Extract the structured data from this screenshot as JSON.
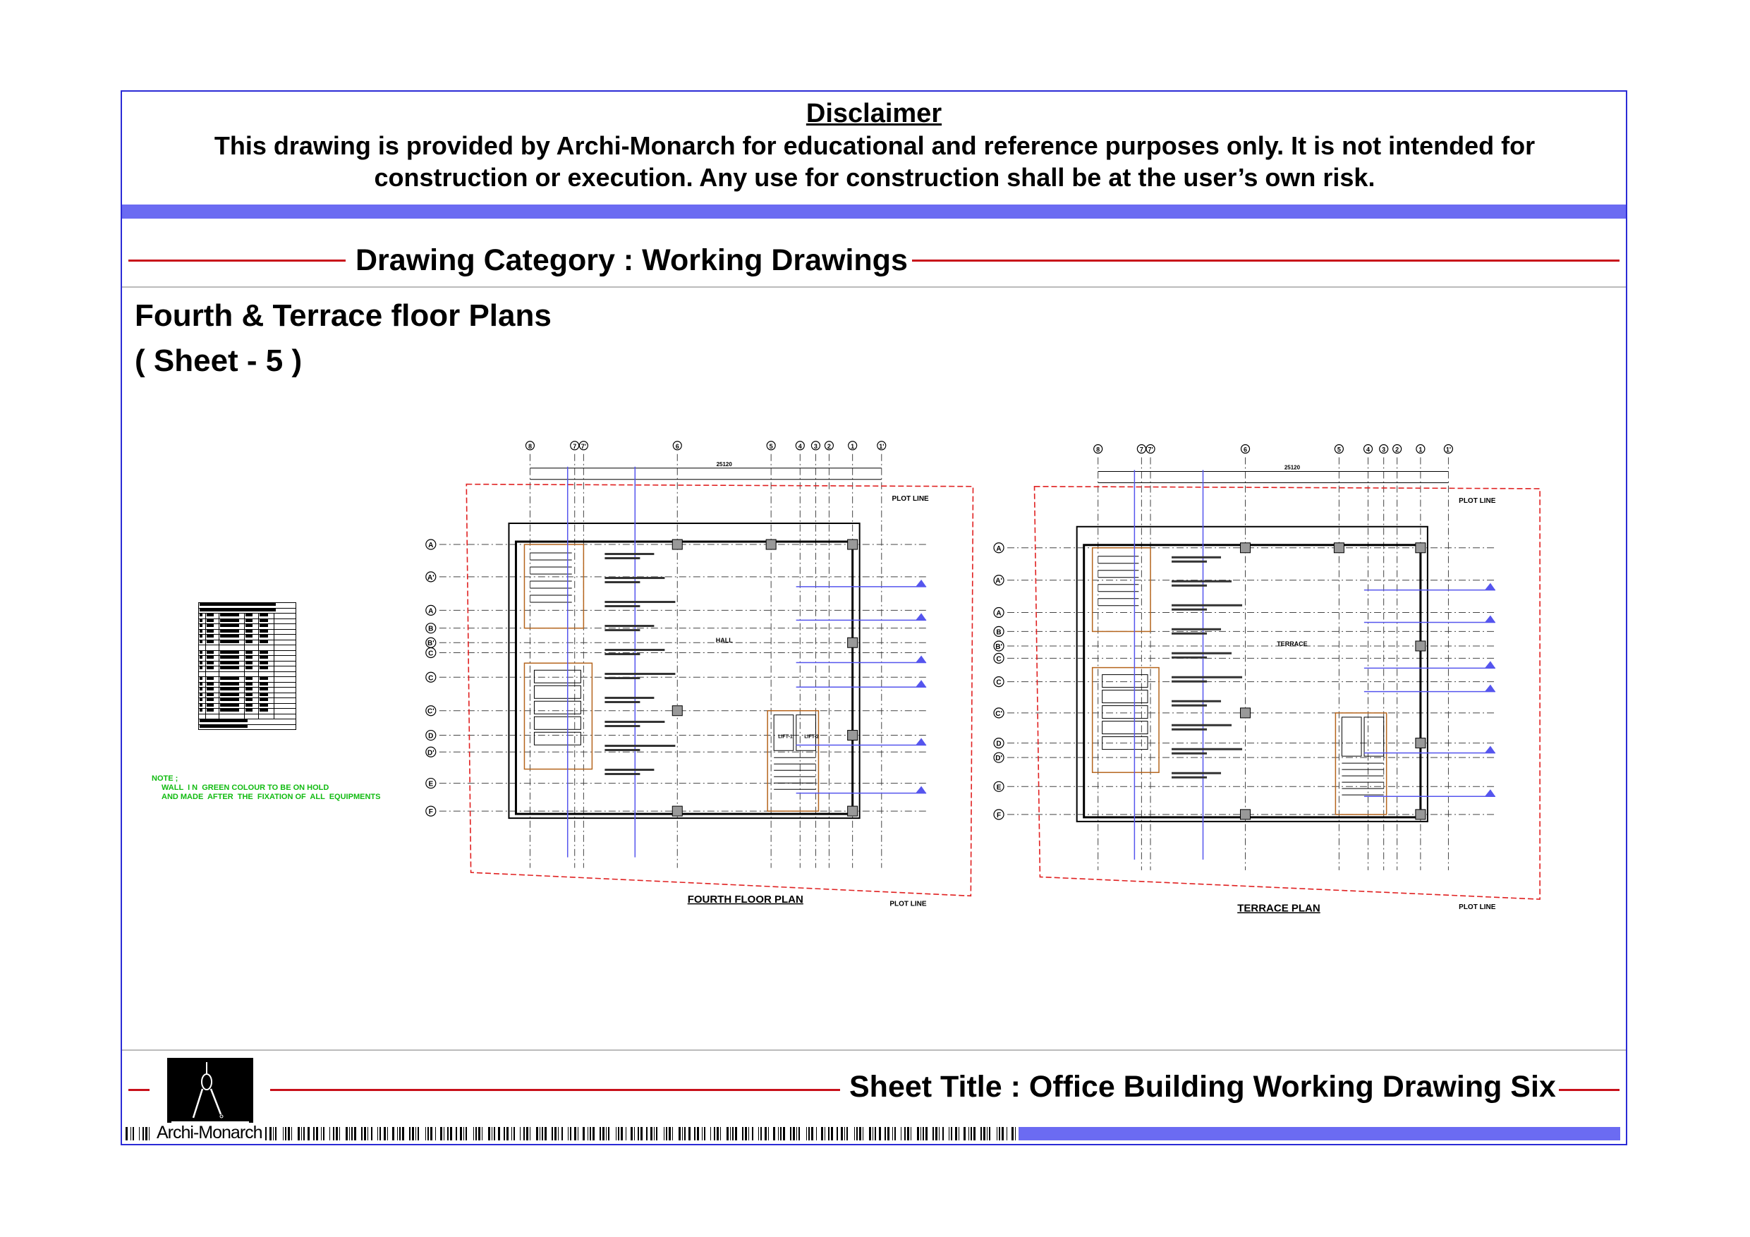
{
  "disclaimer": {
    "title": "Disclaimer",
    "line1": "This drawing is provided by Archi-Monarch for educational and reference purposes only. It is not intended for",
    "line2": "construction or execution. Any use for construction shall be at the user’s own risk."
  },
  "category": "Drawing Category : Working Drawings",
  "drawing_title": "Fourth & Terrace floor Plans",
  "sheet_number": "( Sheet - 5 )",
  "note": {
    "heading": "NOTE ;",
    "line1": "WALL  I N  GREEN COLOUR TO BE ON HOLD",
    "line2": "AND MADE  AFTER  THE  FIXATION OF  ALL  EQUIPMENTS"
  },
  "plans": {
    "fourth": {
      "label": "FOURTH FLOOR PLAN",
      "plot_line": "PLOT LINE",
      "room": "HALL",
      "lift1": "LIFT-1",
      "lift2": "LIFT-2",
      "overall_dim": "25120",
      "columns": [
        "8",
        "7",
        "7'",
        "6",
        "5",
        "4",
        "3",
        "2",
        "1",
        "1'"
      ],
      "rows": [
        "A",
        "A'",
        "A",
        "B",
        "B'",
        "C",
        "C",
        "C'",
        "D",
        "D'",
        "E",
        "F"
      ]
    },
    "terrace": {
      "label": "TERRACE PLAN",
      "plot_line": "PLOT LINE",
      "room": "TERRACE",
      "overall_dim": "25120",
      "columns": [
        "8",
        "7",
        "7'",
        "6",
        "5",
        "4",
        "3",
        "2",
        "1",
        "1'"
      ],
      "rows": [
        "A",
        "A'",
        "A",
        "B",
        "B'",
        "C",
        "C",
        "C'",
        "D",
        "D'",
        "E",
        "F"
      ]
    }
  },
  "footer": {
    "brand": "Archi-Monarch",
    "sheet_title": "Sheet Title : Office Building Working Drawing Six"
  },
  "colors": {
    "frame": "#2b2bd6",
    "accent_bar": "#6b6bf2",
    "rule": "#c8101a",
    "note": "#11bb11",
    "plot_line": "#e02020",
    "section": "#5555ee"
  }
}
